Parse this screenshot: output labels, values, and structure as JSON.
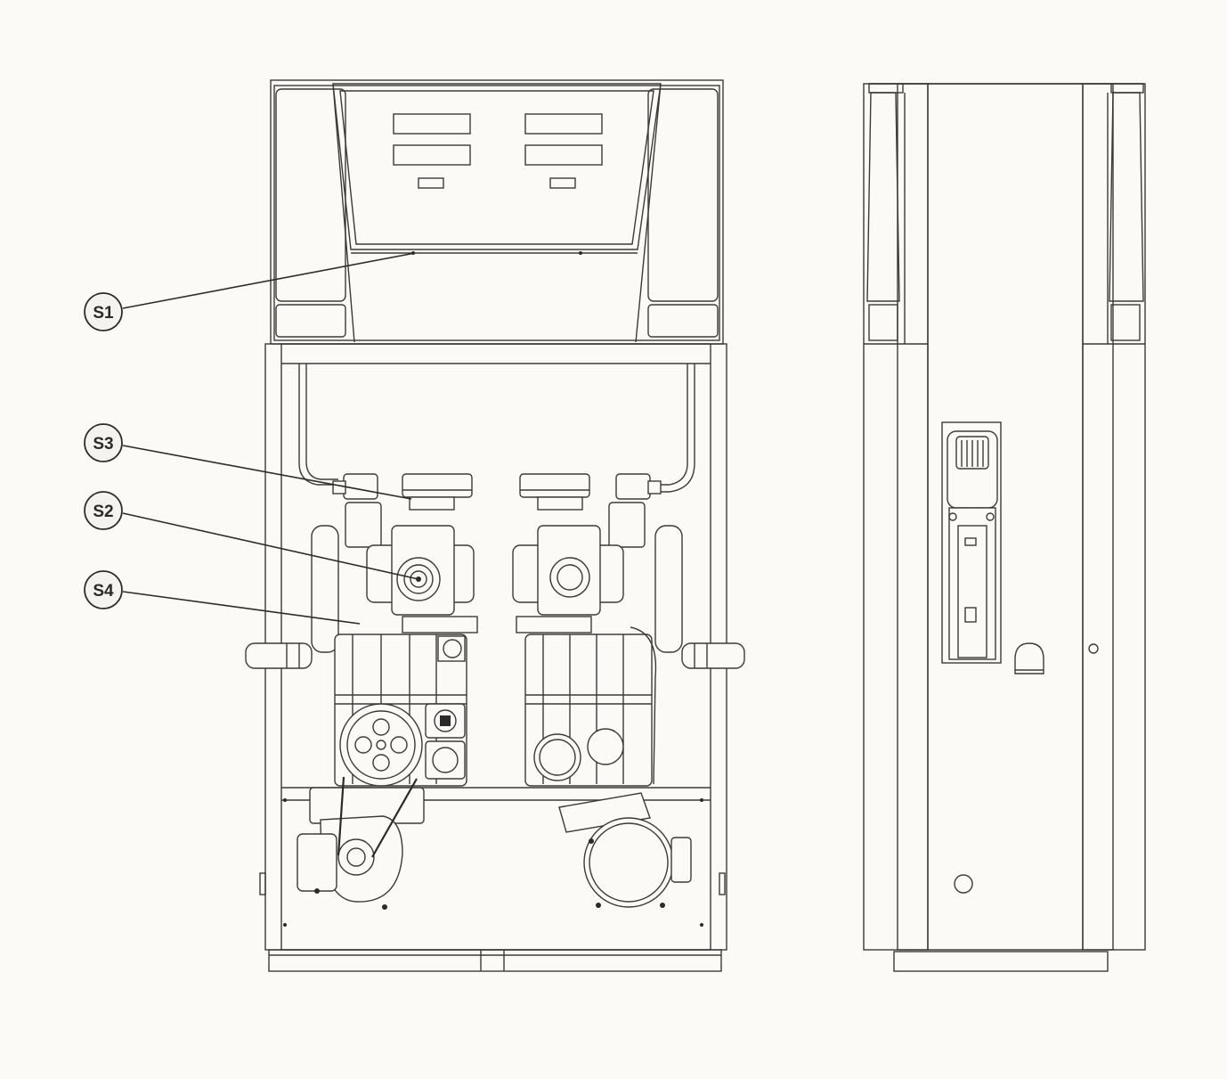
{
  "callouts": [
    {
      "id": "S1",
      "label": "S1"
    },
    {
      "id": "S3",
      "label": "S3"
    },
    {
      "id": "S2",
      "label": "S2"
    },
    {
      "id": "S4",
      "label": "S4"
    }
  ]
}
